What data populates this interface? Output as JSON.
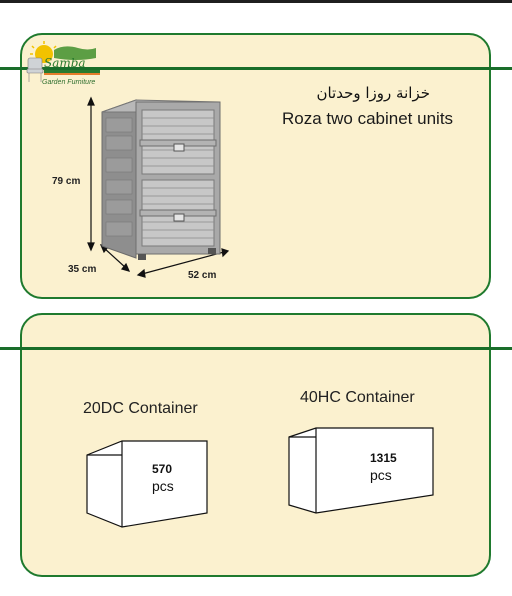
{
  "logo": {
    "brand": "Samba",
    "tagline": "Garden Furniture"
  },
  "product": {
    "title_ar": "خزانة روزا وحدتان",
    "title_en": "Roza two cabinet units"
  },
  "dimensions": {
    "height": "79 cm",
    "depth": "35 cm",
    "width": "52 cm"
  },
  "containers": [
    {
      "label": "20DC Container",
      "quantity": "570",
      "unit": "pcs"
    },
    {
      "label": "40HC Container",
      "quantity": "1315",
      "unit": "pcs"
    }
  ],
  "colors": {
    "panel": "#fbf1cf",
    "border": "#1f7a2e",
    "rule": "#1a6e2a",
    "cabinet": "#a6a6a6"
  },
  "icons": [
    "sun-logo-icon",
    "chair-logo-icon",
    "cabinet-image",
    "container-box-icon"
  ]
}
